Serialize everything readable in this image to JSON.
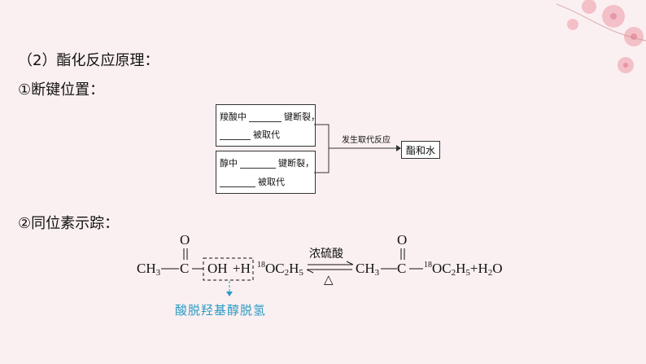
{
  "headings": {
    "principle": "（2）酯化反应原理：",
    "bond_position": "①断键位置：",
    "isotope": "②同位素示踪："
  },
  "diagram": {
    "acid_box": {
      "prefix": "羧酸中",
      "suffix": "键断裂，",
      "line2": "被取代"
    },
    "alcohol_box": {
      "prefix": "醇中",
      "suffix": "键断裂，",
      "line2": "被取代"
    },
    "condition": "发生取代反应",
    "product": "酯和水"
  },
  "reaction": {
    "o_top": "O",
    "ch3": "CH",
    "ch3_sub": "3",
    "c": "C",
    "oh": "OH",
    "plus_h": "+H",
    "isotope_mass": "18",
    "oc2h5_o": "OC",
    "sub2": "2",
    "h5_h": "H",
    "sub5": "5",
    "catalyst": "浓硫酸",
    "heat": "△",
    "product_tail": "+H",
    "water_o": "O"
  },
  "annotation": "酸脱羟基醇脱氢",
  "colors": {
    "annotation": "#2a9bc4",
    "background": "#fbf0f1"
  }
}
